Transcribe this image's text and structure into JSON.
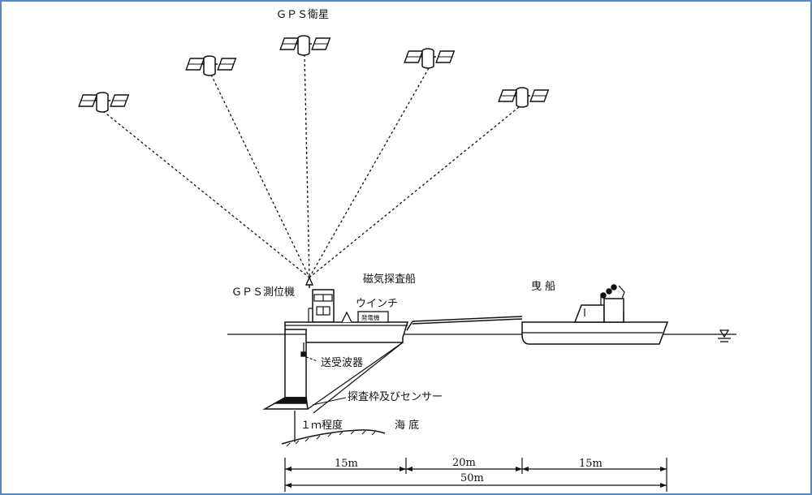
{
  "labels": {
    "gps_satellite": "ＧＰＳ衛星",
    "gps_receiver": "ＧＰＳ測位機",
    "survey_ship": "磁気探査船",
    "winch": "ウインチ",
    "generator": "発電機",
    "tug_boat": "曳 船",
    "transducer": "送受波器",
    "sensor_frame": "探査枠及びセンサー",
    "depth_note": "１ｍ程度",
    "seabed": "海 底"
  },
  "dimensions": {
    "segment_1": "15m",
    "segment_2": "20m",
    "segment_3": "15m",
    "total": "50m"
  },
  "colors": {
    "frame_border": "#5b86b8",
    "line": "#111111"
  },
  "icons": [
    "satellite-icon",
    "gps-antenna-icon",
    "water-level-icon"
  ]
}
